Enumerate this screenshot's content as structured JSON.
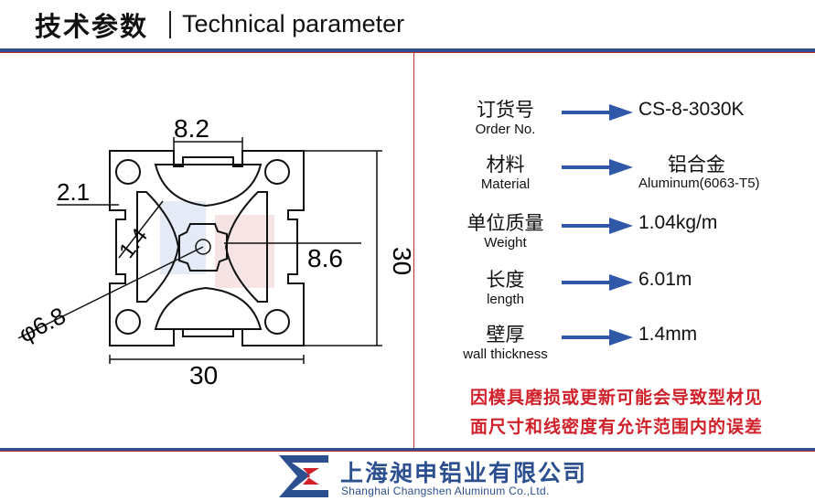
{
  "header": {
    "title_cn": "技术参数",
    "title_en": "Technical parameter"
  },
  "drawing": {
    "dim_top": "8.2",
    "dim_left": "2.1",
    "dim_diag": "1.4",
    "dim_center": "8.6",
    "dim_right": "30",
    "dim_bottom": "30",
    "dim_hole": "φ6.8"
  },
  "params": [
    {
      "cn": "订货号",
      "en": "Order No.",
      "value": "CS-8-3030K"
    },
    {
      "cn": "材料",
      "en": "Material",
      "value": "铝合金",
      "value_sub": "Aluminum(6063-T5)"
    },
    {
      "cn": "单位质量",
      "en": "Weight",
      "value": "1.04kg/m"
    },
    {
      "cn": "长度",
      "en": "length",
      "value": "6.01m"
    },
    {
      "cn": "壁厚",
      "en": "wall thickness",
      "value": "1.4mm"
    }
  ],
  "note": {
    "line1": "因模具磨损或更新可能会导致型材见",
    "line2": "面尺寸和线密度有允许范围内的误差"
  },
  "footer": {
    "company_cn": "上海昶申铝业有限公司",
    "company_en": "Shanghai Changshen Aluminum Co.,Ltd."
  },
  "colors": {
    "brand_blue": "#2b4f8f",
    "accent_red": "#c62828",
    "note_red": "#d0202a",
    "arrow_blue": "#2f59a8"
  }
}
